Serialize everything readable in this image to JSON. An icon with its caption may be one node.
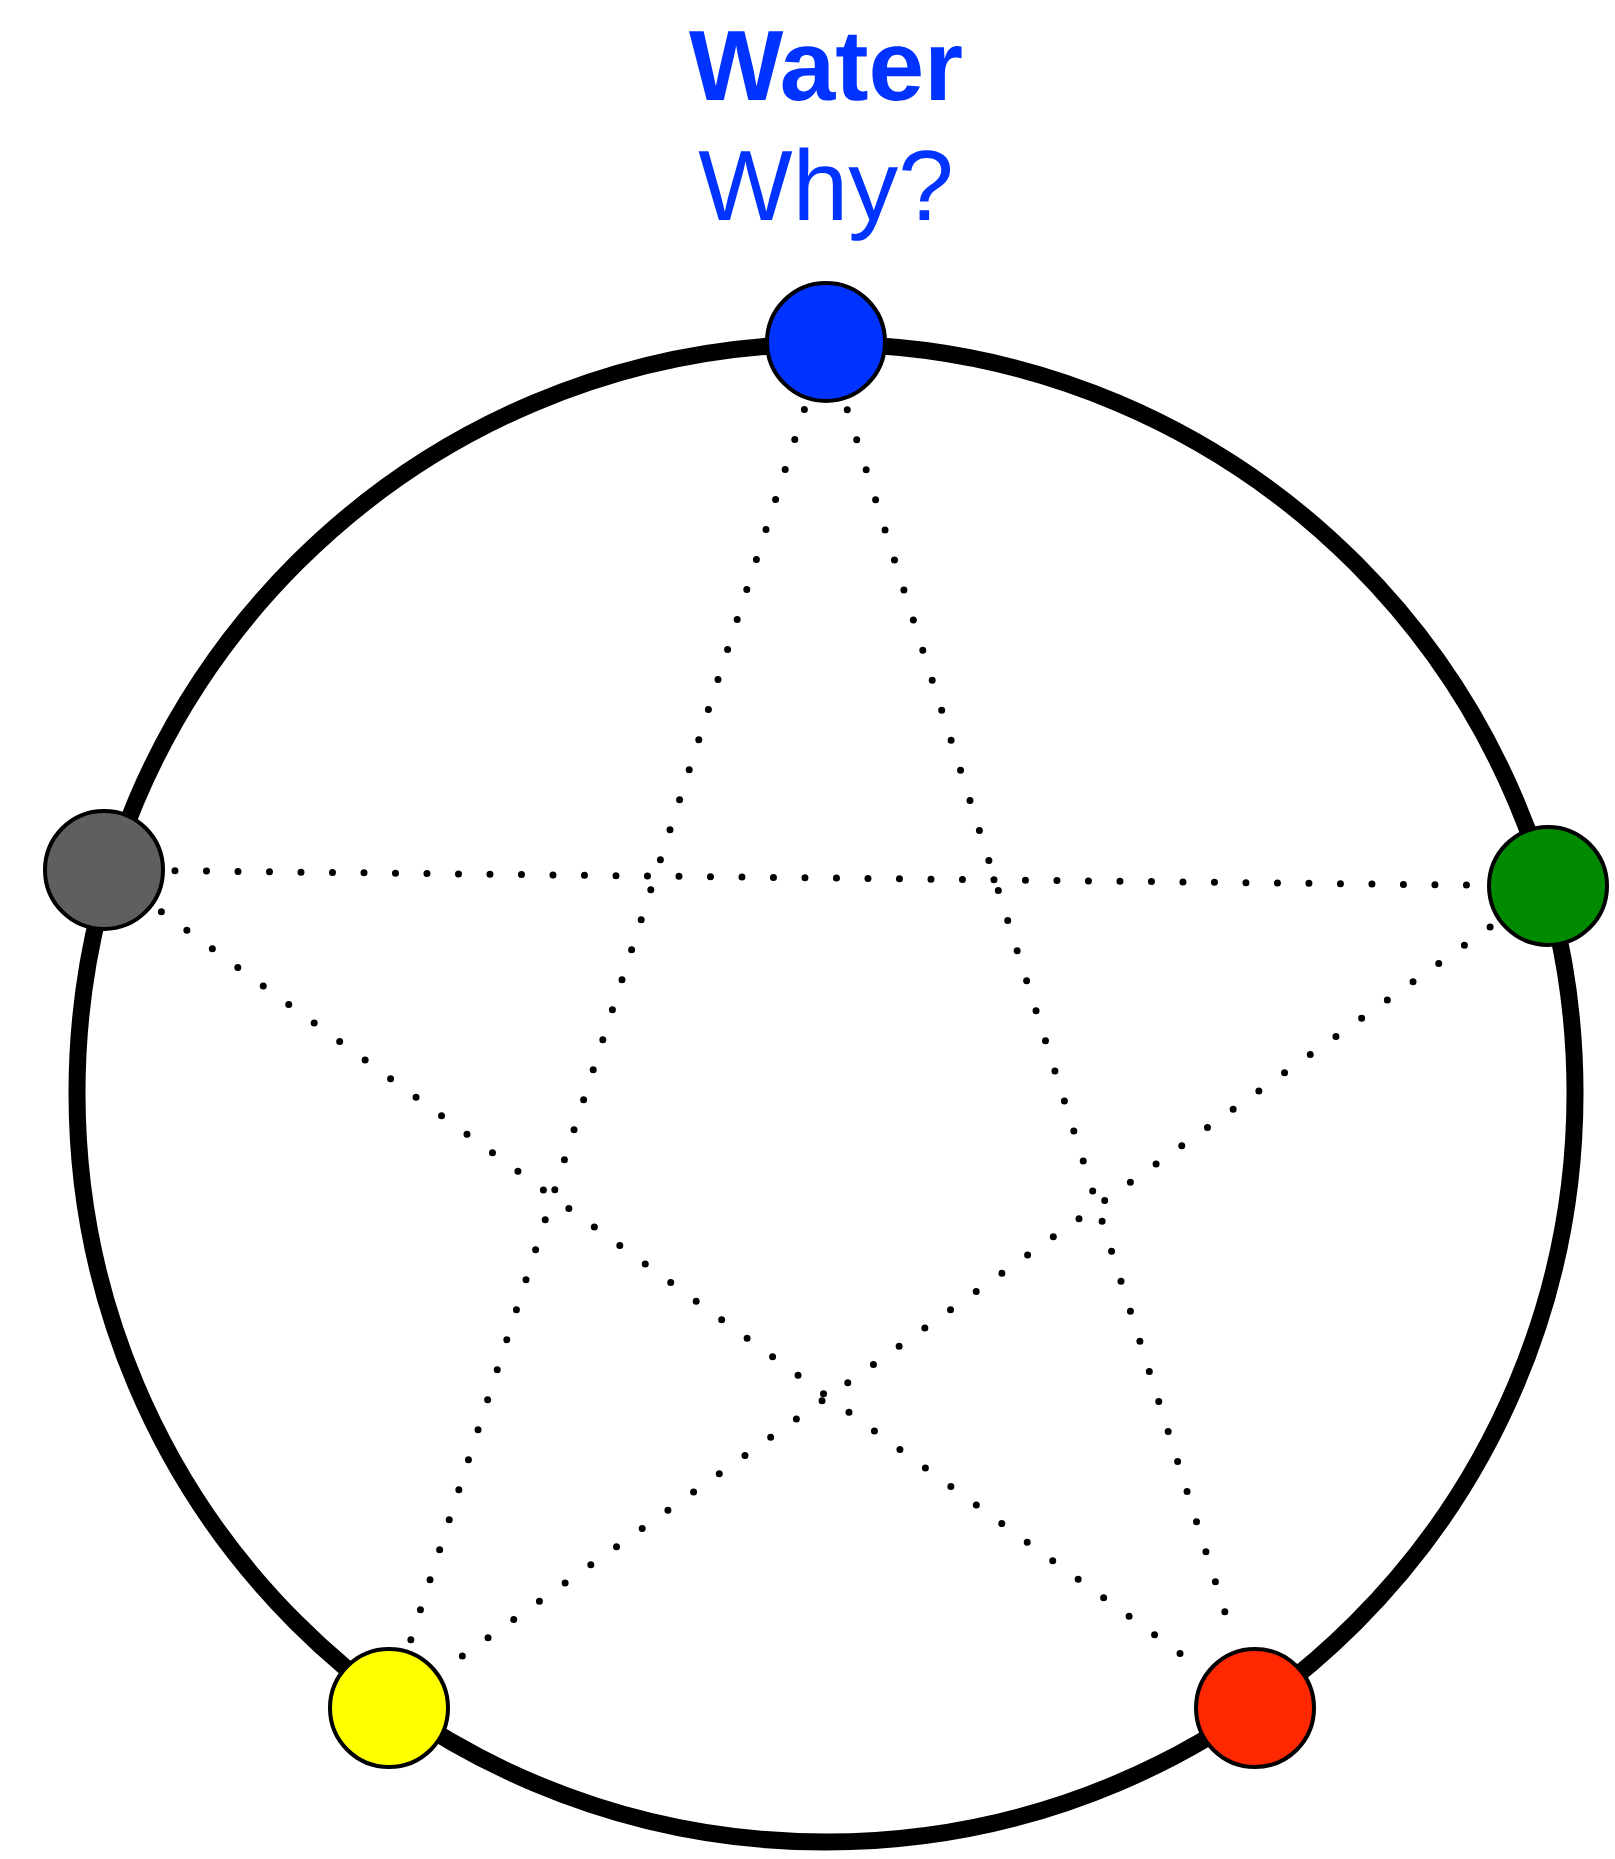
{
  "diagram": {
    "nodes": [
      {
        "text": [
          "Water",
          "Why?"
        ]
      },
      {
        "text": [],
        "shape": "circle"
      },
      {
        "text": [],
        "shape": "circle"
      },
      {
        "text": [],
        "shape": "circle"
      },
      {
        "text": [],
        "shape": "circle"
      }
    ],
    "edges": [
      {
        "from": 0,
        "to": 3,
        "arrow": "none"
      },
      {
        "from": 0,
        "to": 4,
        "arrow": "none"
      },
      {
        "from": 1,
        "to": 2,
        "arrow": "none"
      },
      {
        "from": 1,
        "to": 4,
        "arrow": "none"
      },
      {
        "from": 2,
        "to": 3,
        "arrow": "none"
      }
    ]
  }
}
